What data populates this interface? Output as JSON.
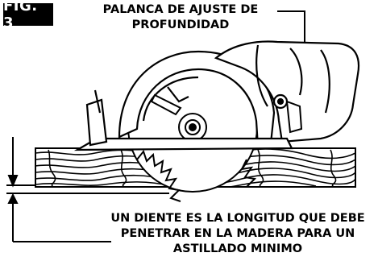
{
  "figure": {
    "label": "FIG. 3"
  },
  "callouts": {
    "top": {
      "lines": [
        "PALANCA DE AJUSTE DE",
        "PROFUNDIDAD"
      ]
    },
    "bottom": {
      "lines": [
        "UN DIENTE ES LA LONGITUD QUE DEBE",
        "PENETRAR EN LA MADERA PARA UN",
        "ASTILLADO MINIMO"
      ]
    }
  }
}
